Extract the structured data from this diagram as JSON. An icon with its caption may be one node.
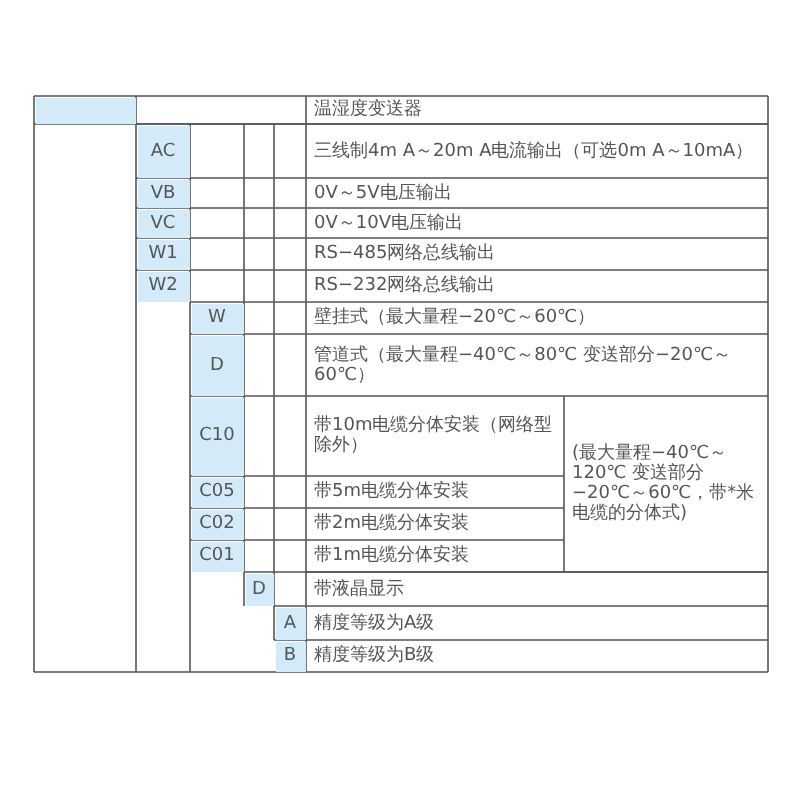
{
  "diagram": {
    "labels": [
      "温湿度变送器",
      "AC",
      "三线制4m A～20m A电流输出（可选0m A～10mA）",
      "VB",
      "0V～5V电压输出",
      "VC",
      "0V～10V电压输出",
      "W1",
      "RS−485网络总线输出",
      "W2",
      "RS−232网络总线输出",
      "W",
      "壁挂式（最大量程−20℃～60℃）",
      "D",
      "管道式（最大量程−40℃～80℃ 变送部分−20℃～60℃）",
      "C10",
      "带10m电缆分体安装（网络型除外）",
      "(最大量程−40℃～120℃ 变送部分−20℃～60℃，带*米电缆的分体式)",
      "C05",
      "带5m电缆分体安装",
      "C02",
      "带2m电缆分体安装",
      "C01",
      "带1m电缆分体安装",
      "D",
      "带液晶显示",
      "A",
      "精度等级为A级",
      "B",
      "精度等级为B级"
    ]
  }
}
